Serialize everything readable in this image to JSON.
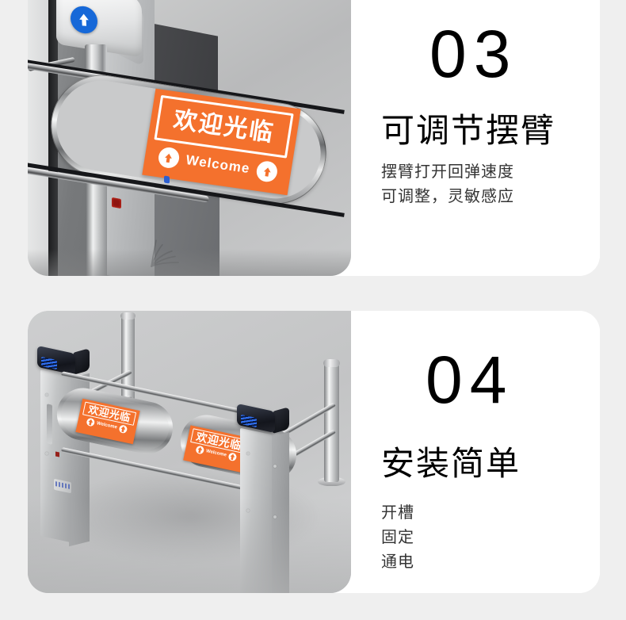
{
  "page": {
    "background_color": "#efefef",
    "card_background": "#ffffff",
    "accent_orange": "#f4712d",
    "accent_blue": "#1668d8"
  },
  "cards": [
    {
      "number": "03",
      "headline": "可调节摆臂",
      "subtext": "摆臂打开回弹速度\n可调整，灵敏感应",
      "photo": {
        "alt_name": "swing-barrier-arm-closeup",
        "signs": [
          {
            "cn": "欢迎光临",
            "en": "Welcome",
            "bg_color": "#f4712d",
            "text_color": "#ffffff"
          }
        ],
        "indicator_badge": "up-arrow-icon",
        "indicator_badge_color": "#1668d8"
      }
    },
    {
      "number": "04",
      "headline": "安装简单",
      "subtext": "开槽\n固定\n通电",
      "photo": {
        "alt_name": "full-swing-gate-pair",
        "signs": [
          {
            "cn": "欢迎光临",
            "en": "Welcome",
            "bg_color": "#f4712d",
            "text_color": "#ffffff"
          },
          {
            "cn": "欢迎光临",
            "en": "Welcome",
            "bg_color": "#f4712d",
            "text_color": "#ffffff"
          }
        ],
        "led_color": "#2f6ff0"
      }
    }
  ]
}
